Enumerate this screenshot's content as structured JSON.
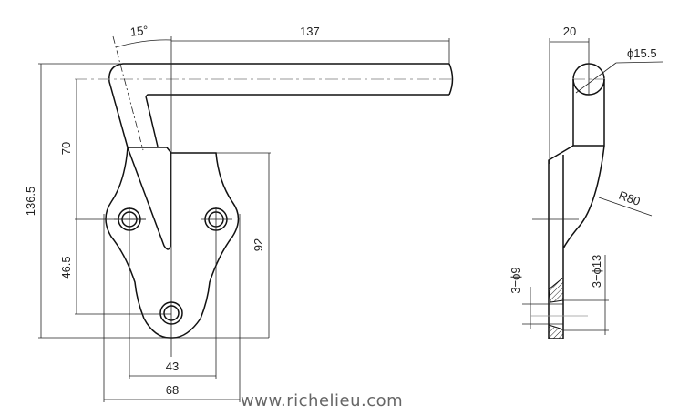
{
  "drawing": {
    "front_view": {
      "dim_angle": "15°",
      "dim_length": "137",
      "dim_total_height": "136.5",
      "dim_upper": "70",
      "dim_lower": "46.5",
      "dim_plate_height": "92",
      "dim_hole_spacing": "43",
      "dim_plate_width": "68"
    },
    "side_view": {
      "dim_width": "20",
      "dim_rod_diameter": "ϕ15.5",
      "dim_radius": "R80",
      "dim_hole_small": "3−ϕ9",
      "dim_hole_large": "3−ϕ13"
    },
    "watermark": "www.richelieu.com"
  }
}
